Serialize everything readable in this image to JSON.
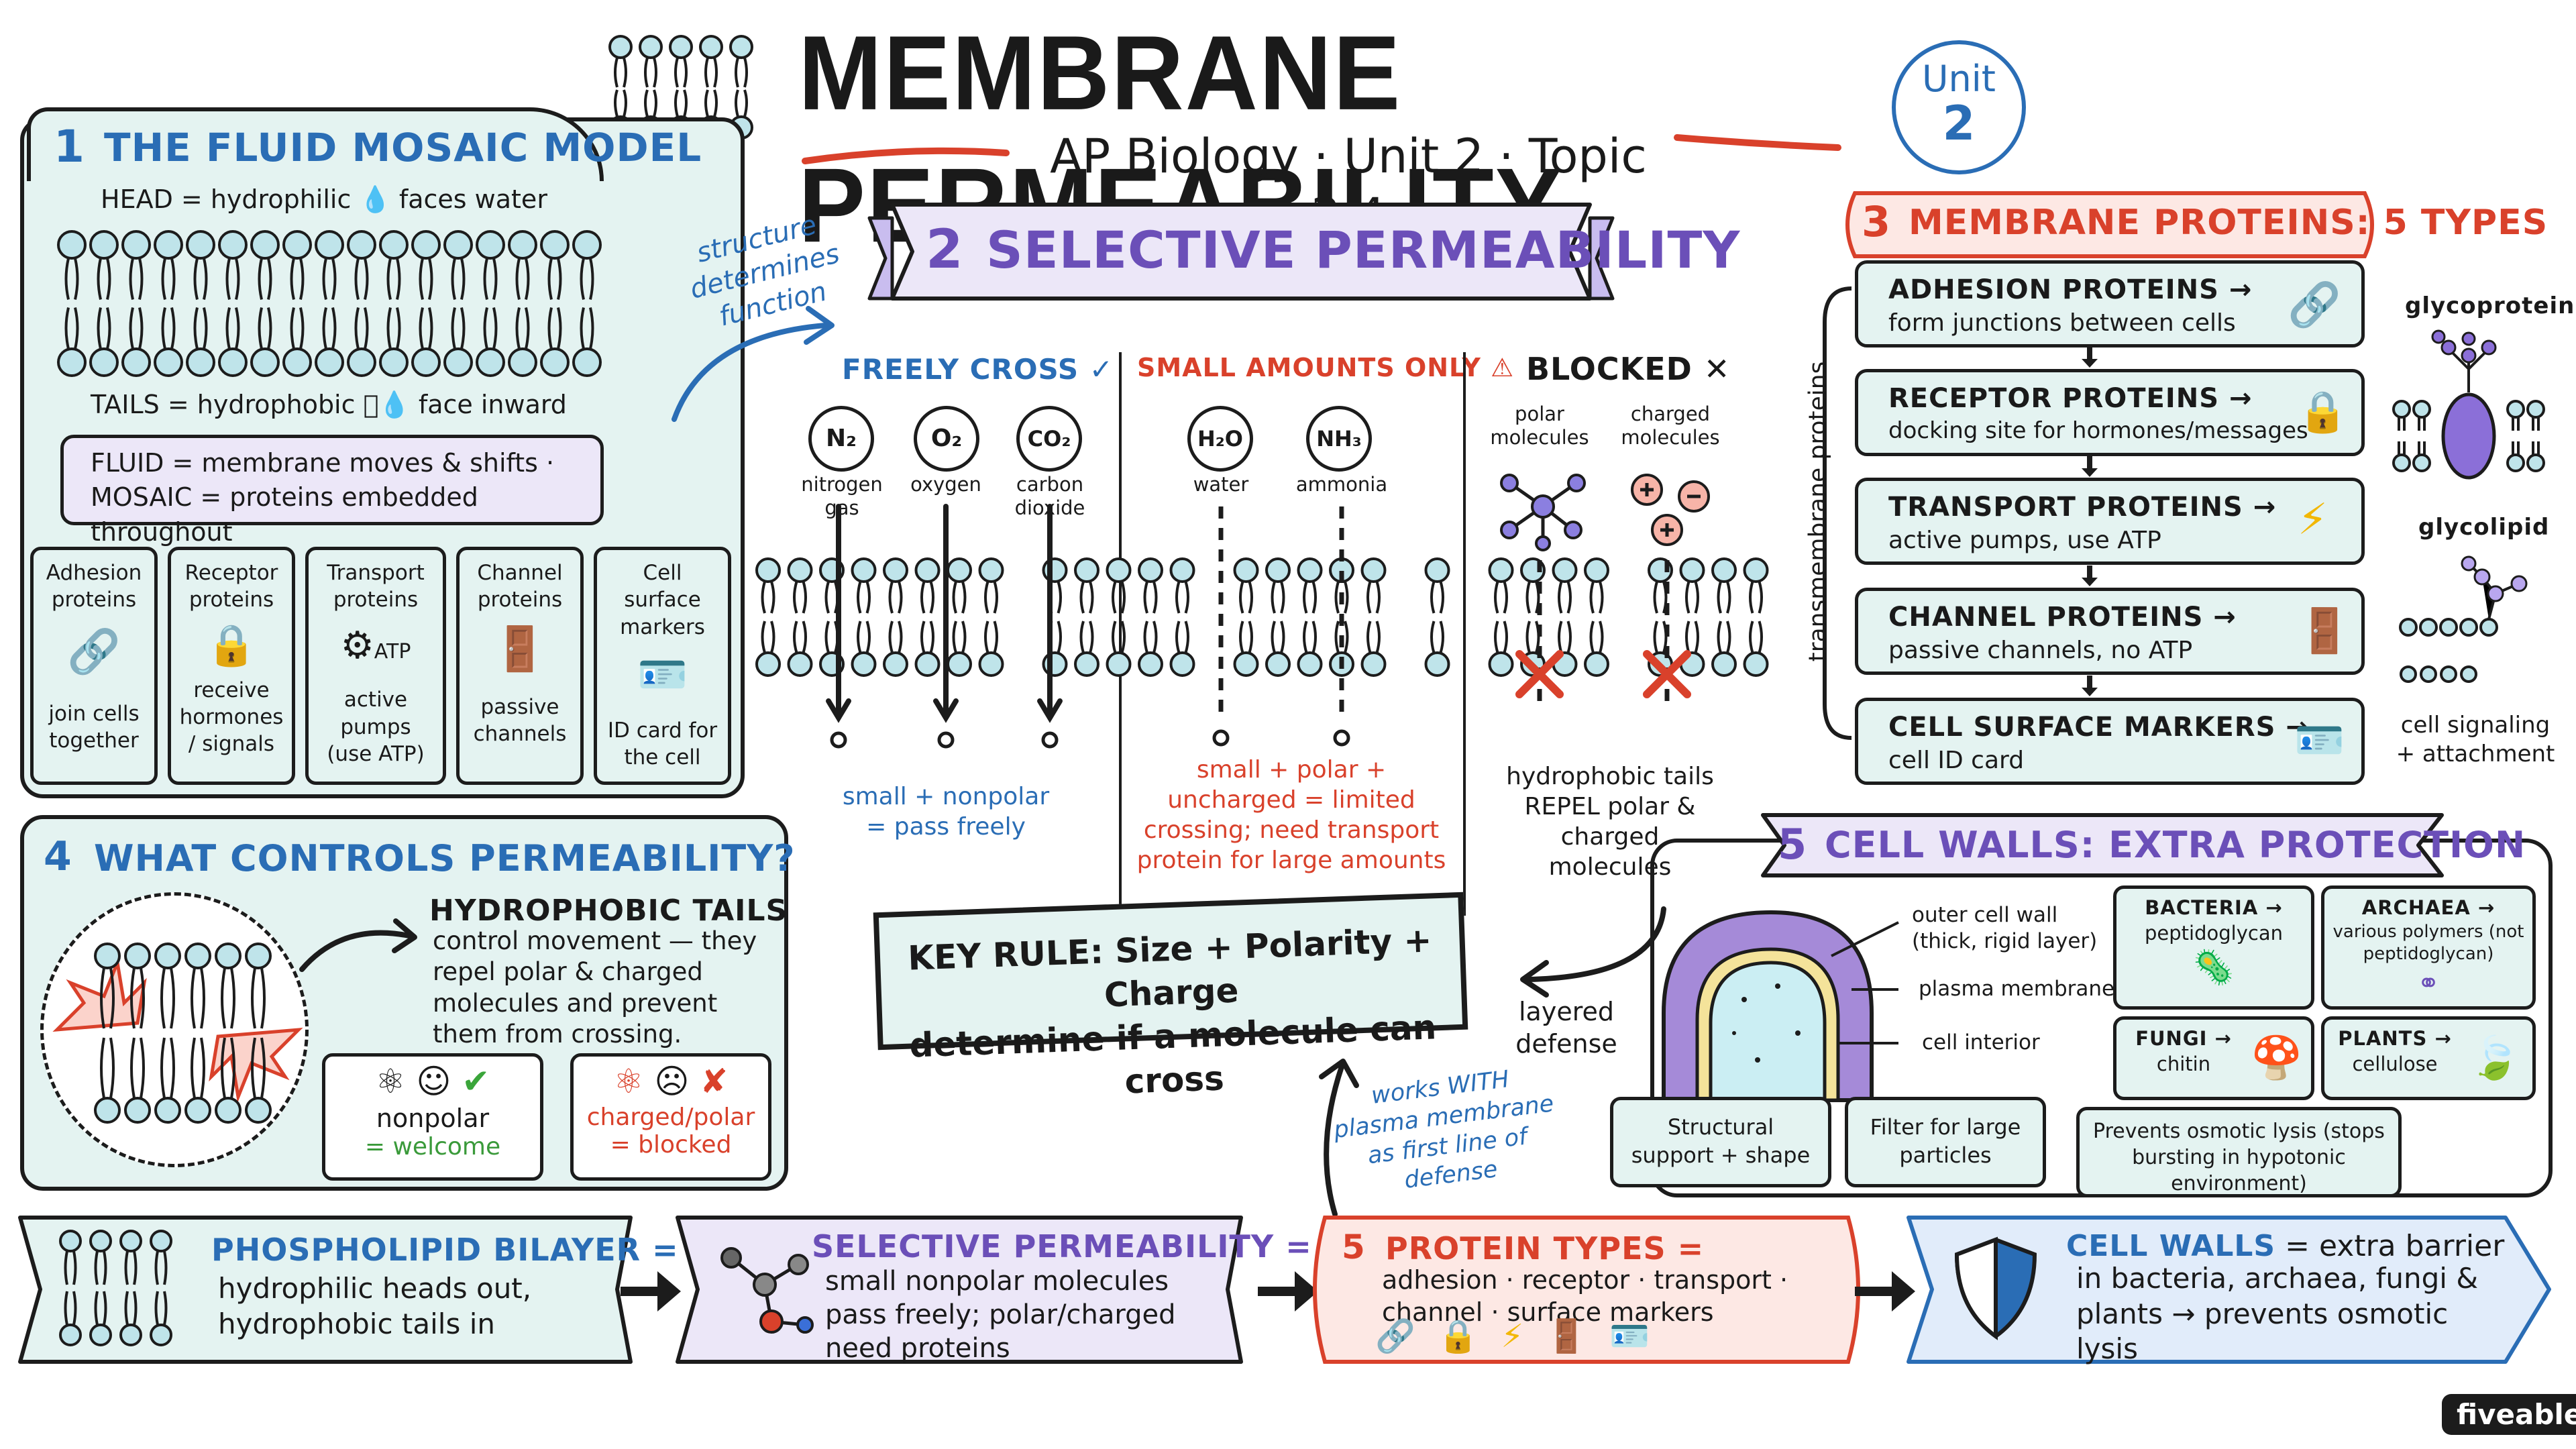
{
  "header": {
    "title": "MEMBRANE PERMEABILITY",
    "subtitle": "AP Biology · Unit 2 · Topic 2.4",
    "unit_badge_line1": "Unit",
    "unit_badge_line2": "2"
  },
  "s1": {
    "num": "1",
    "title": "THE FLUID MOSAIC MODEL",
    "head_label": "HEAD = hydrophilic",
    "head_suffix": "faces water",
    "tails_label": "TAILS = hydrophobic",
    "tails_suffix": "face inward",
    "fluid_line": "FLUID = membrane moves & shifts ·",
    "mosaic_line": "MOSAIC = proteins embedded throughout",
    "mini": [
      {
        "top": "Adhesion proteins",
        "bottom": "join cells together",
        "icon": "link-icon"
      },
      {
        "top": "Receptor proteins",
        "bottom": "receive hormones / signals",
        "icon": "lock-icon"
      },
      {
        "top": "Transport proteins",
        "bottom": "active pumps (use ATP)",
        "icon": "pump-icon",
        "icon_text": "ATP"
      },
      {
        "top": "Channel proteins",
        "bottom": "passive channels",
        "icon": "door-icon"
      },
      {
        "top": "Cell surface markers",
        "bottom": "ID card for the cell",
        "icon": "id-card-icon"
      }
    ]
  },
  "arrow_note": "structure determines function",
  "s2": {
    "num": "2",
    "title": "SELECTIVE PERMEABILITY",
    "col_free": "FREELY CROSS ✓",
    "col_small": "SMALL AMOUNTS ONLY ⚠",
    "col_blocked": "BLOCKED ✕",
    "free_mols": [
      {
        "formula": "N₂",
        "name": "nitrogen gas"
      },
      {
        "formula": "O₂",
        "name": "oxygen"
      },
      {
        "formula": "CO₂",
        "name": "carbon dioxide"
      }
    ],
    "small_mols": [
      {
        "formula": "H₂O",
        "name": "water"
      },
      {
        "formula": "NH₃",
        "name": "ammonia"
      }
    ],
    "blocked_mols": [
      {
        "name": "polar molecules"
      },
      {
        "name": "charged molecules"
      }
    ],
    "free_note": "small + nonpolar = pass freely",
    "small_note": "small + polar + uncharged = limited crossing; need transport protein for large amounts",
    "blocked_note": "hydrophobic tails REPEL polar & charged molecules"
  },
  "key_rule": {
    "line1": "KEY RULE: Size + Polarity + Charge",
    "line2": "determine if a molecule can cross"
  },
  "s3": {
    "num": "3",
    "title": "MEMBRANE PROTEINS: 5 TYPES",
    "side_label": "transmembrane proteins",
    "rows": [
      {
        "title": "ADHESION PROTEINS →",
        "desc": "form junctions between cells",
        "icon": "link-icon"
      },
      {
        "title": "RECEPTOR PROTEINS →",
        "desc": "docking site for hormones/messages",
        "icon": "lock-icon"
      },
      {
        "title": "TRANSPORT PROTEINS →",
        "desc": "active pumps, use ATP",
        "icon": "lightning-icon"
      },
      {
        "title": "CHANNEL PROTEINS →",
        "desc": "passive channels, no ATP",
        "icon": "door-icon"
      },
      {
        "title": "CELL SURFACE MARKERS →",
        "desc": "cell ID card",
        "icon": "id-card-icon"
      }
    ],
    "glycoprotein": "glycoprotein",
    "glycolipid": "glycolipid",
    "cell_note": "cell signaling + attachment"
  },
  "s4": {
    "num": "4",
    "title": "WHAT CONTROLS PERMEABILITY?",
    "heading": "HYDROPHOBIC TAILS",
    "body": "control movement — they repel polar & charged molecules and prevent them from crossing.",
    "ok_label": "nonpolar",
    "ok_sub": "= welcome",
    "bad_label": "charged/polar",
    "bad_sub": "= blocked"
  },
  "s5": {
    "num": "5",
    "title": "CELL WALLS: EXTRA PROTECTION",
    "labels": [
      "outer cell wall (thick, rigid layer)",
      "plasma membrane",
      "cell interior"
    ],
    "layered": "layered defense",
    "orgs": [
      {
        "name": "BACTERIA →",
        "desc": "peptidoglycan"
      },
      {
        "name": "ARCHAEA →",
        "desc": "various polymers (not peptidoglycan)"
      },
      {
        "name": "FUNGI →",
        "desc": "chitin"
      },
      {
        "name": "PLANTS →",
        "desc": "cellulose"
      }
    ],
    "boxes": [
      "Structural support + shape",
      "Filter for large particles",
      "Prevents osmotic lysis (stops bursting in hypotonic environment)"
    ]
  },
  "works_note": "works WITH plasma membrane as first line of defense",
  "summary": [
    {
      "title": "PHOSPHOLIPID BILAYER =",
      "body": "hydrophilic heads out, hydrophobic tails in"
    },
    {
      "title": "SELECTIVE PERMEABILITY =",
      "body": "small nonpolar molecules pass freely; polar/charged need proteins"
    },
    {
      "num": "5",
      "title": "PROTEIN TYPES =",
      "body": "adhesion · receptor · transport · channel · surface markers"
    },
    {
      "title": "CELL WALLS",
      "title_suffix": "= extra barrier",
      "body": "in bacteria, archaea, fungi & plants → prevents osmotic lysis"
    }
  ],
  "brand": "fiveable",
  "colors": {
    "mint": "#e4f3f1",
    "lavender": "#ece7f8",
    "blue": "#2a6db5",
    "purple": "#6b4fb8",
    "red": "#d9412b",
    "coral_bg": "#fde8e4",
    "sky_bg": "#e1ecfa"
  }
}
